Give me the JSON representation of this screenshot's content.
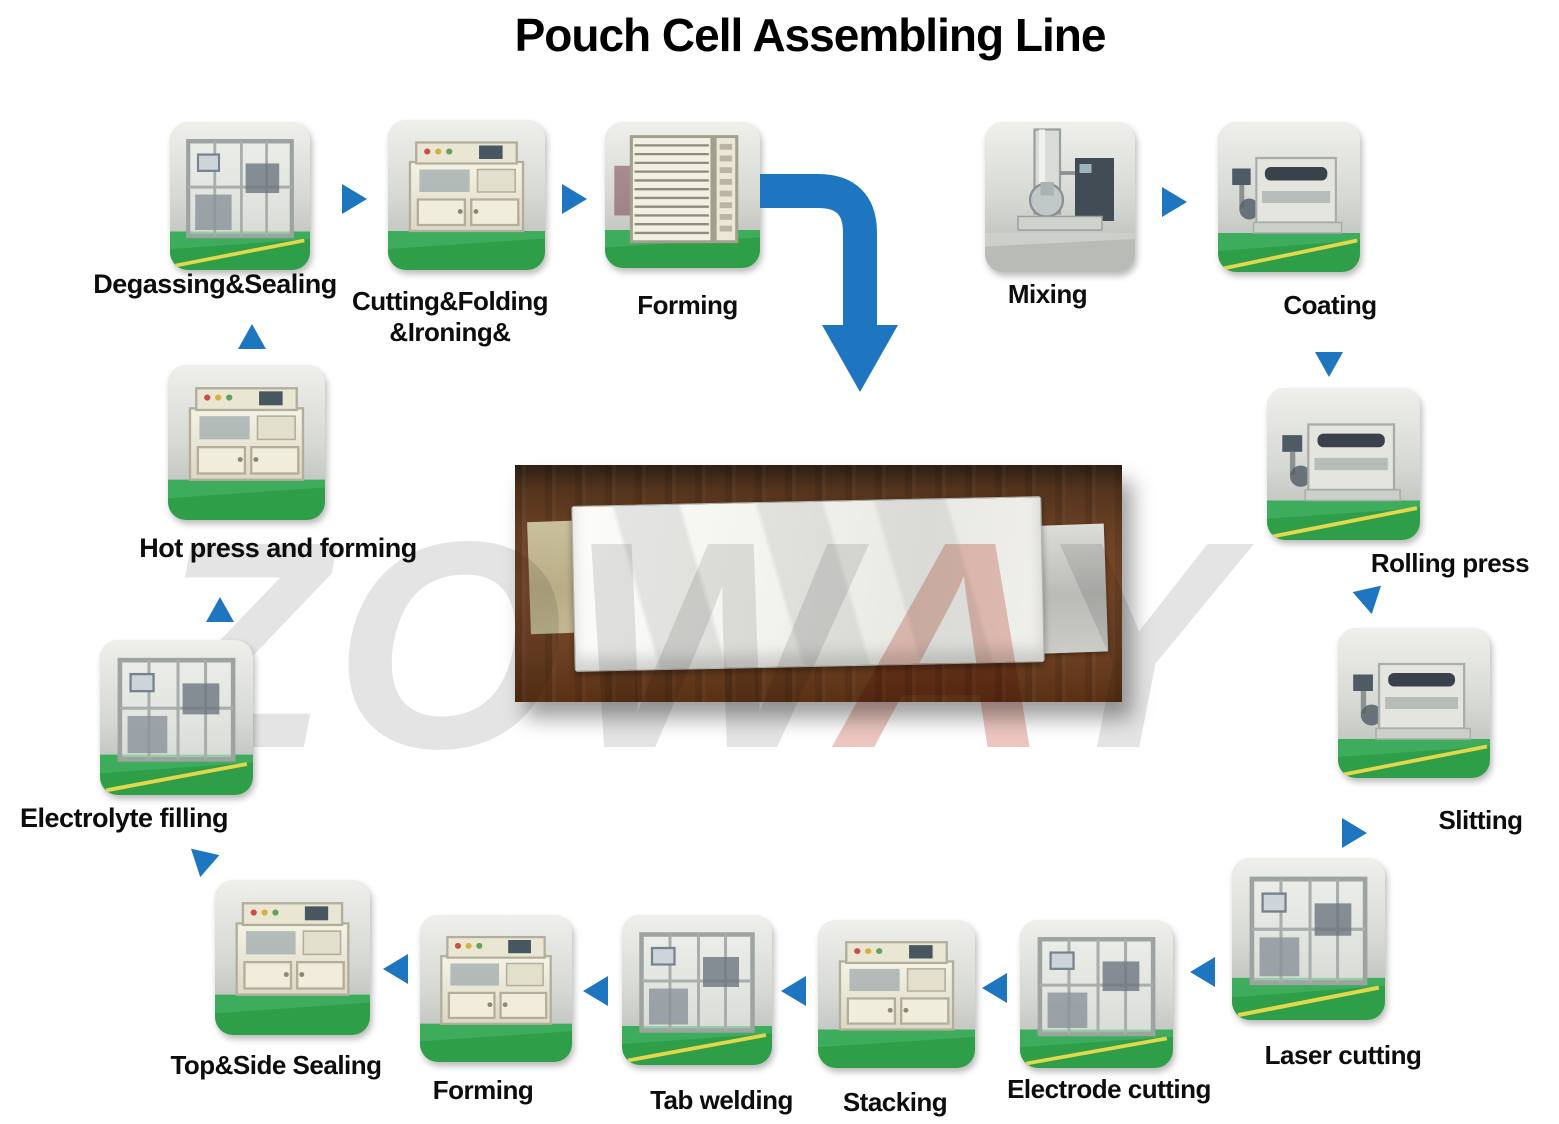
{
  "title": "Pouch Cell Assembling Line",
  "watermark": {
    "left": "ZO",
    "mid": "W",
    "accent": "A",
    "right": "Y"
  },
  "colors": {
    "arrow_blue": "#1e76c0",
    "floor_green": "#2f9e49",
    "label_text": "#0d0d0d",
    "watermark_gray": "#e4e4e4",
    "watermark_accent": "#ecc6bf"
  },
  "stations": [
    {
      "id": "degassing-sealing",
      "label": "Degassing&Sealing"
    },
    {
      "id": "cutting-folding-ironing",
      "label": "Cutting&Folding",
      "label_line2": "&Ironing&"
    },
    {
      "id": "forming-top",
      "label": "Forming"
    },
    {
      "id": "mixing",
      "label": "Mixing"
    },
    {
      "id": "coating",
      "label": "Coating"
    },
    {
      "id": "rolling-press",
      "label": "Rolling press"
    },
    {
      "id": "slitting",
      "label": "Slitting"
    },
    {
      "id": "laser-cutting",
      "label": "Laser cutting"
    },
    {
      "id": "electrode-cutting",
      "label": "Electrode cutting"
    },
    {
      "id": "stacking",
      "label": "Stacking"
    },
    {
      "id": "tab-welding",
      "label": "Tab welding"
    },
    {
      "id": "forming-bottom",
      "label": "Forming"
    },
    {
      "id": "top-side-sealing",
      "label": "Top&Side Sealing"
    },
    {
      "id": "electrolyte-filling",
      "label": "Electrolyte filling"
    },
    {
      "id": "hot-press-forming",
      "label": "Hot press and forming"
    }
  ],
  "flow_arrows": [
    {
      "dir": "right",
      "between": "degassing-sealing to cutting-folding-ironing"
    },
    {
      "dir": "right",
      "between": "cutting-folding-ironing to forming-top"
    },
    {
      "dir": "bent-down",
      "between": "forming-top to pouch-cell-photo"
    },
    {
      "dir": "right",
      "between": "mixing to coating"
    },
    {
      "dir": "down",
      "between": "coating to rolling-press"
    },
    {
      "dir": "left",
      "between": "rolling-press to slitting"
    },
    {
      "dir": "right",
      "between": "slitting to laser-cutting"
    },
    {
      "dir": "left",
      "between": "laser-cutting to electrode-cutting"
    },
    {
      "dir": "left",
      "between": "electrode-cutting to stacking"
    },
    {
      "dir": "left",
      "between": "stacking to tab-welding"
    },
    {
      "dir": "left",
      "between": "tab-welding to forming-bottom"
    },
    {
      "dir": "left",
      "between": "forming-bottom to top-side-sealing"
    },
    {
      "dir": "right-up",
      "between": "top-side-sealing to electrolyte-filling"
    },
    {
      "dir": "up",
      "between": "electrolyte-filling to hot-press-forming"
    },
    {
      "dir": "up",
      "between": "hot-press-forming to degassing-sealing"
    }
  ]
}
